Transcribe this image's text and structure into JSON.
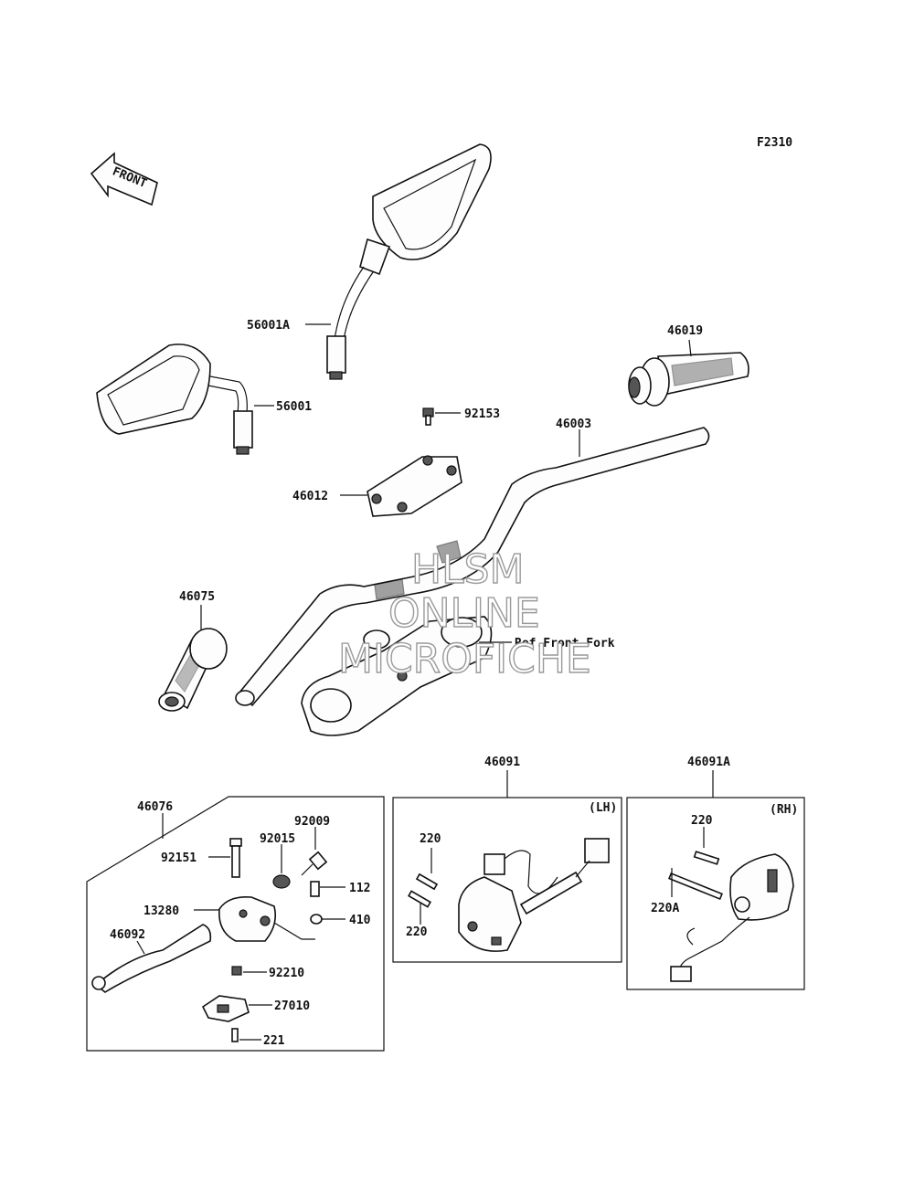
{
  "diagram_code": "F2310",
  "front_arrow_text": "FRONT",
  "reference_note": "Ref.Front Fork",
  "watermark": {
    "line1": "HLSM",
    "line2": "ONLINE",
    "line3": "MICROFICHE"
  },
  "parts": {
    "mirror_right": "56001A",
    "mirror_left": "56001",
    "grip_right": "46019",
    "bolt_holder": "92153",
    "handlebar": "46003",
    "holder": "46012",
    "grip_left": "46075",
    "lever_assembly": "46076",
    "bolt_92151": "92151",
    "screw_92009": "92009",
    "nut_92015": "92015",
    "bolt_112": "112",
    "bracket_13280": "13280",
    "washer_410": "410",
    "lever_46092": "46092",
    "nut_92210": "92210",
    "switch_27010": "27010",
    "screw_221": "221",
    "switch_lh": "46091",
    "lh_tag": "(LH)",
    "screw_220_lh_top": "220",
    "screw_220_lh_bottom": "220",
    "switch_rh": "46091A",
    "rh_tag": "(RH)",
    "screw_220_rh": "220",
    "screw_220a_rh": "220A"
  }
}
